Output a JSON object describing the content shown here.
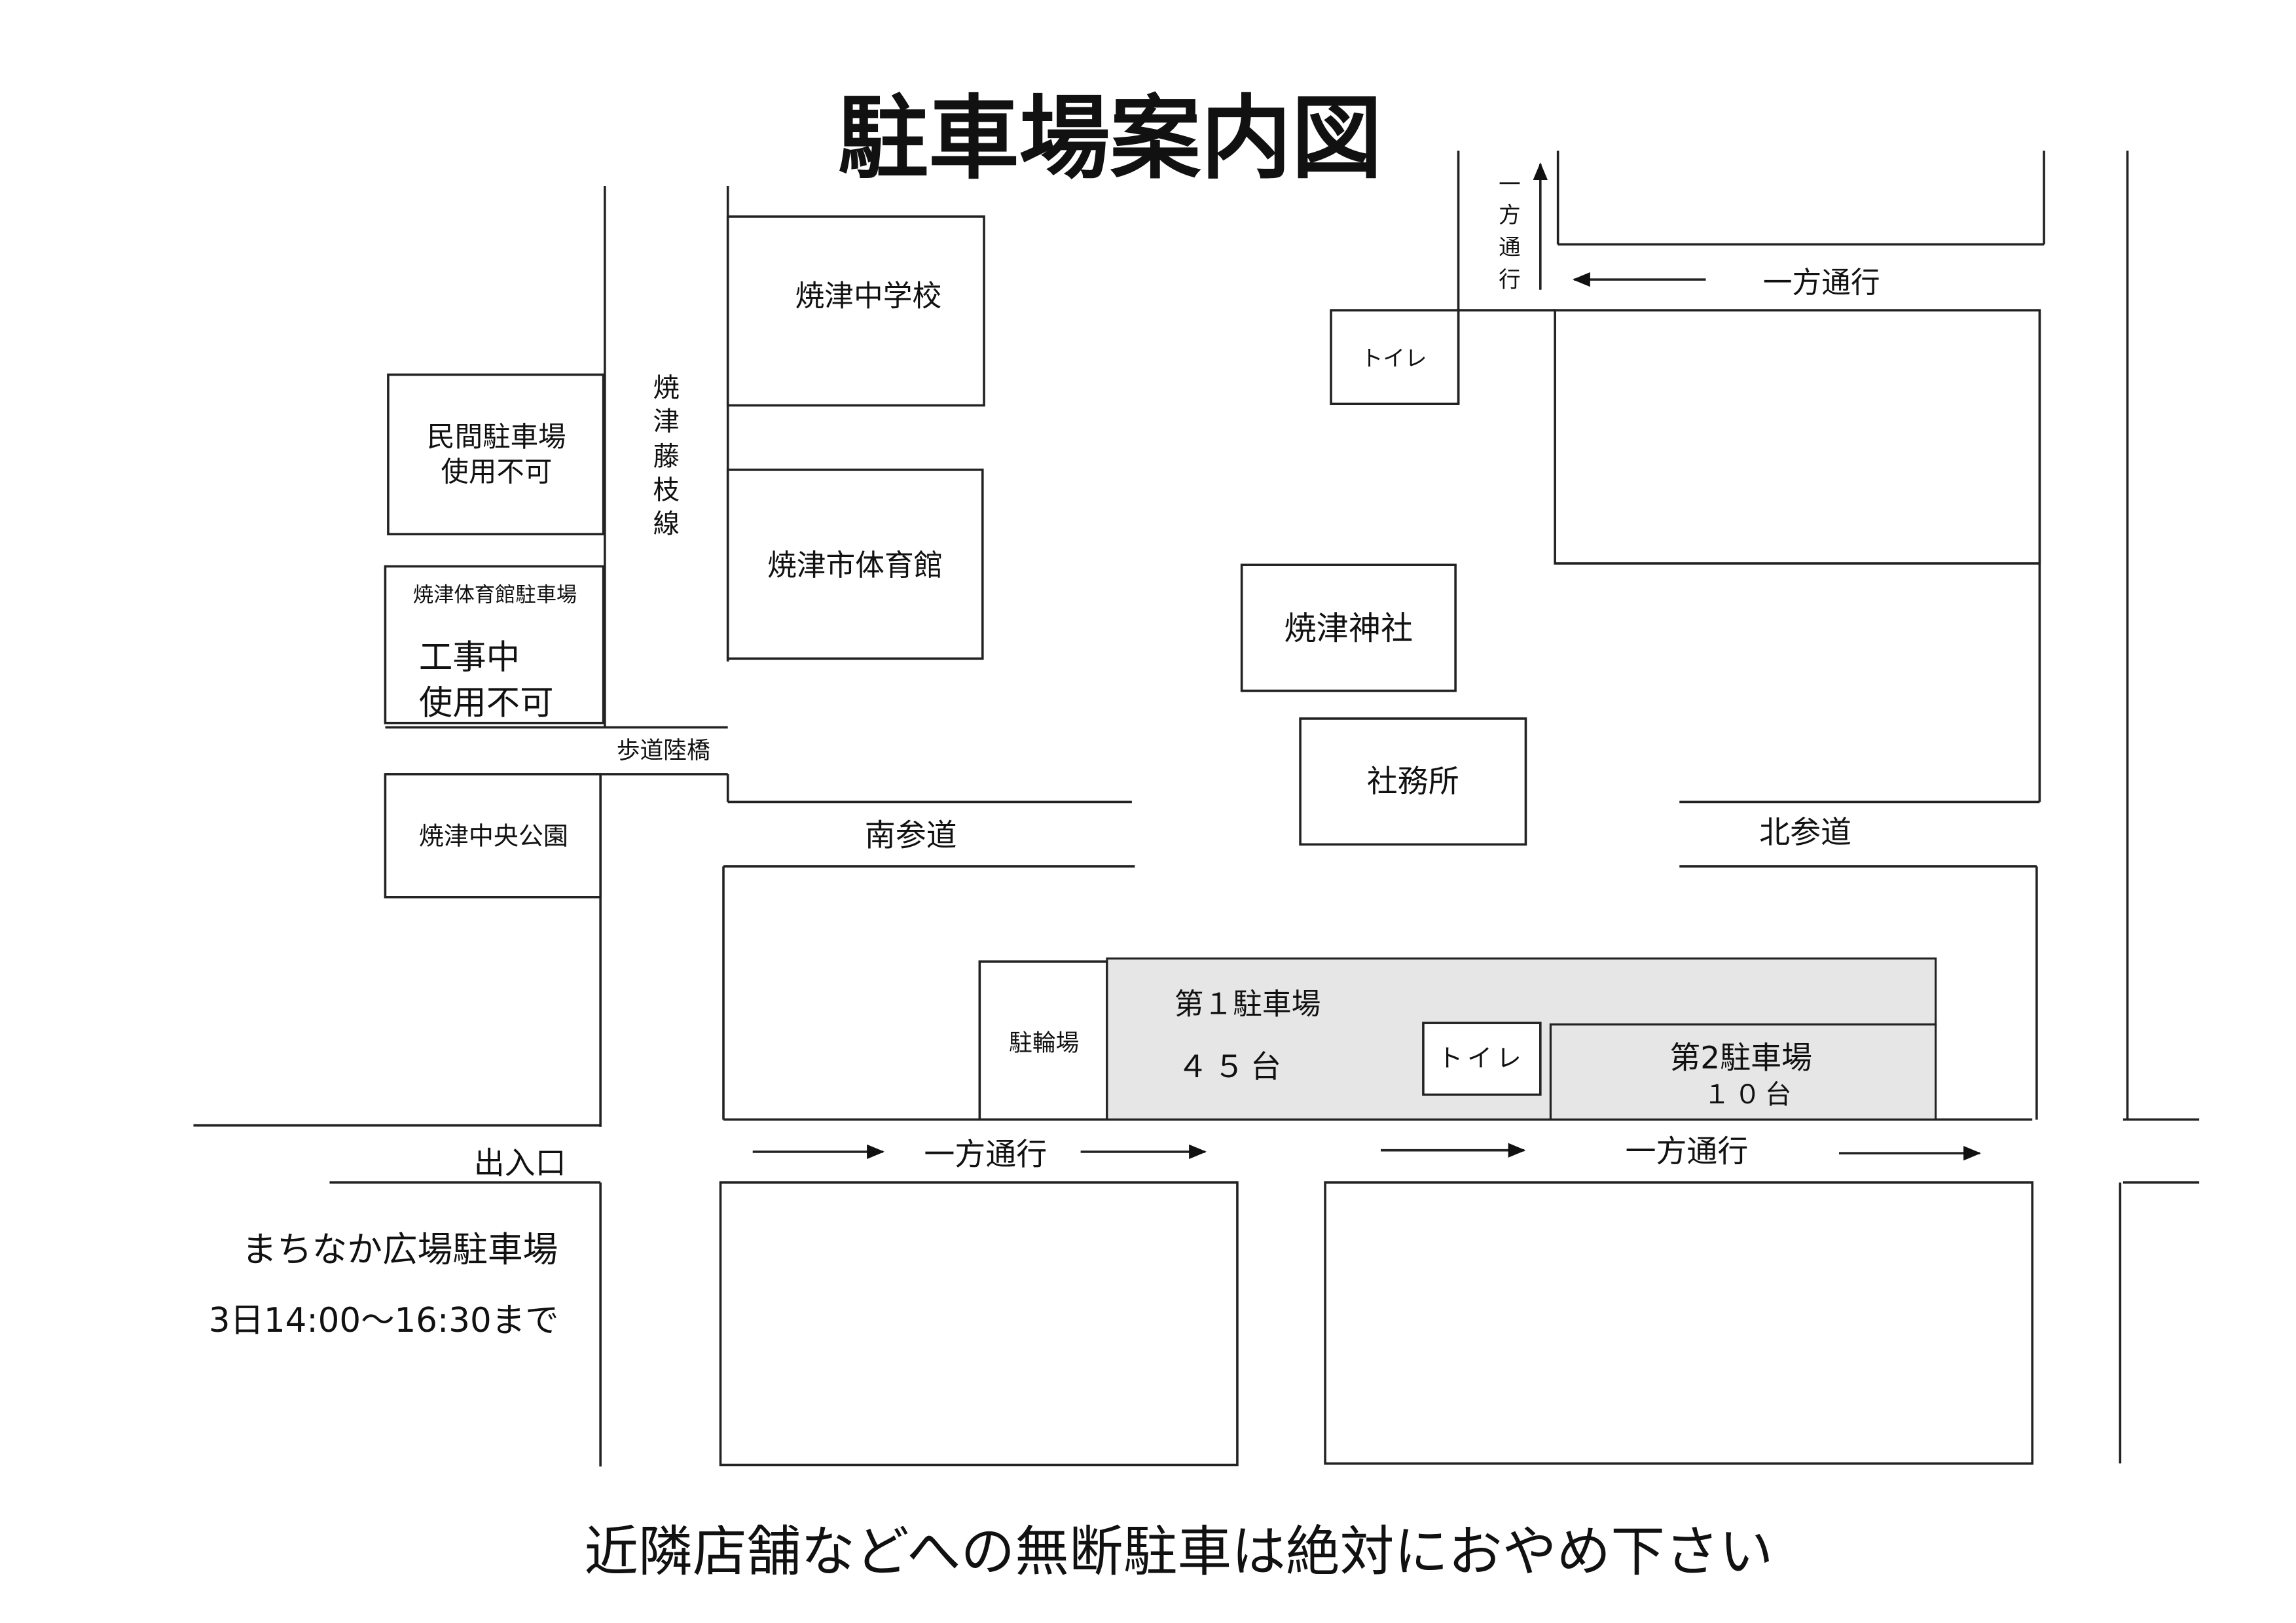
{
  "title": "駐車場案内図",
  "notice": "近隣店舗などへの無断駐車は絶対におやめ下さい",
  "buildings": {
    "private_parking": [
      "民間駐車場",
      "使用不可"
    ],
    "gym_parking_label": "焼津体育館駐車場",
    "gym_parking_status": [
      "工事中",
      "使用不可"
    ],
    "central_park": "焼津中央公園",
    "junior_high": "焼津中学校",
    "city_gym": "焼津市体育館",
    "shrine": "焼津神社",
    "shrine_office": "社務所",
    "toilet_top": "トイレ",
    "bicycle_parking": "駐輪場",
    "parking1_name": "第１駐車場",
    "parking1_count": "４５台",
    "toilet_parking": "トイレ",
    "parking2_name": "第2駐車場",
    "parking2_count": "１０台",
    "machinaka_name": "まちなか広場駐車場",
    "machinaka_hours": "3日14:00～16:30まで"
  },
  "roads": {
    "route_vertical": [
      "焼",
      "津",
      "藤",
      "枝",
      "線"
    ],
    "overpass": "歩道陸橋",
    "south_approach": "南参道",
    "north_approach": "北参道",
    "entrance": "出入口",
    "one_way": "一方通行",
    "one_way_vertical": [
      "一",
      "方",
      "通",
      "行"
    ]
  },
  "colors": {
    "parking_fill": "#e6e6e6",
    "line": "#222222"
  }
}
